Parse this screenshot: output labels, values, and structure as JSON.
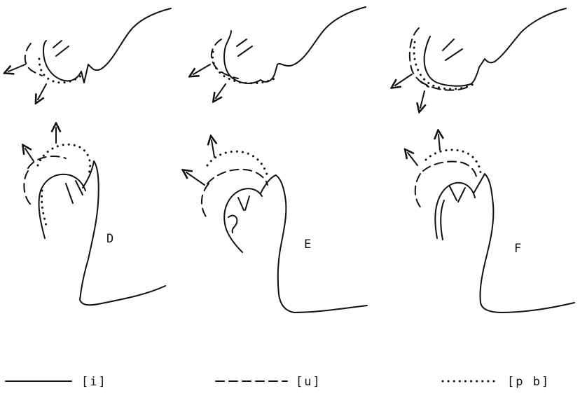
{
  "panels": [
    {
      "label": ""
    },
    {
      "label": ""
    },
    {
      "label": ""
    },
    {
      "label": "D"
    },
    {
      "label": "E"
    },
    {
      "label": "F"
    }
  ],
  "legend": [
    {
      "line_style": "solid",
      "text": "[i]"
    },
    {
      "line_style": "dashed",
      "text": "[u]"
    },
    {
      "line_style": "dotted",
      "text": "[p b]"
    }
  ],
  "colors": {
    "ink": "#111111",
    "background": "#ffffff"
  }
}
